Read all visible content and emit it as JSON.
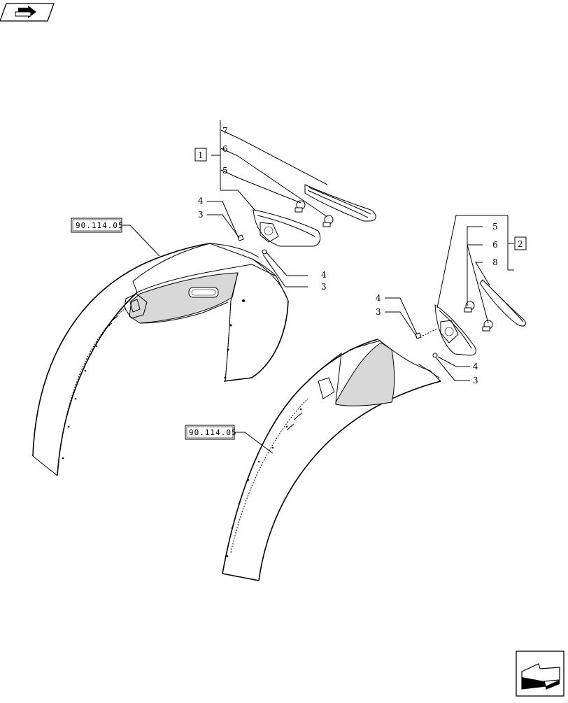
{
  "nav": {
    "top_left_icon": "folder-arrow-icon",
    "bottom_right_icon": "next-page-arrow-icon"
  },
  "callouts": {
    "group_1": "1",
    "group_2": "2",
    "left_7": "7",
    "left_6": "6",
    "left_5": "5",
    "left_4": "4",
    "left_3": "3",
    "left_4b": "4",
    "left_3b": "3",
    "right_5": "5",
    "right_6": "6",
    "right_8": "8",
    "right_4": "4",
    "right_3": "3",
    "right_4b": "4",
    "right_3b": "3"
  },
  "references": {
    "left_fender": "90.114.05",
    "right_fender": "90.114.05"
  }
}
